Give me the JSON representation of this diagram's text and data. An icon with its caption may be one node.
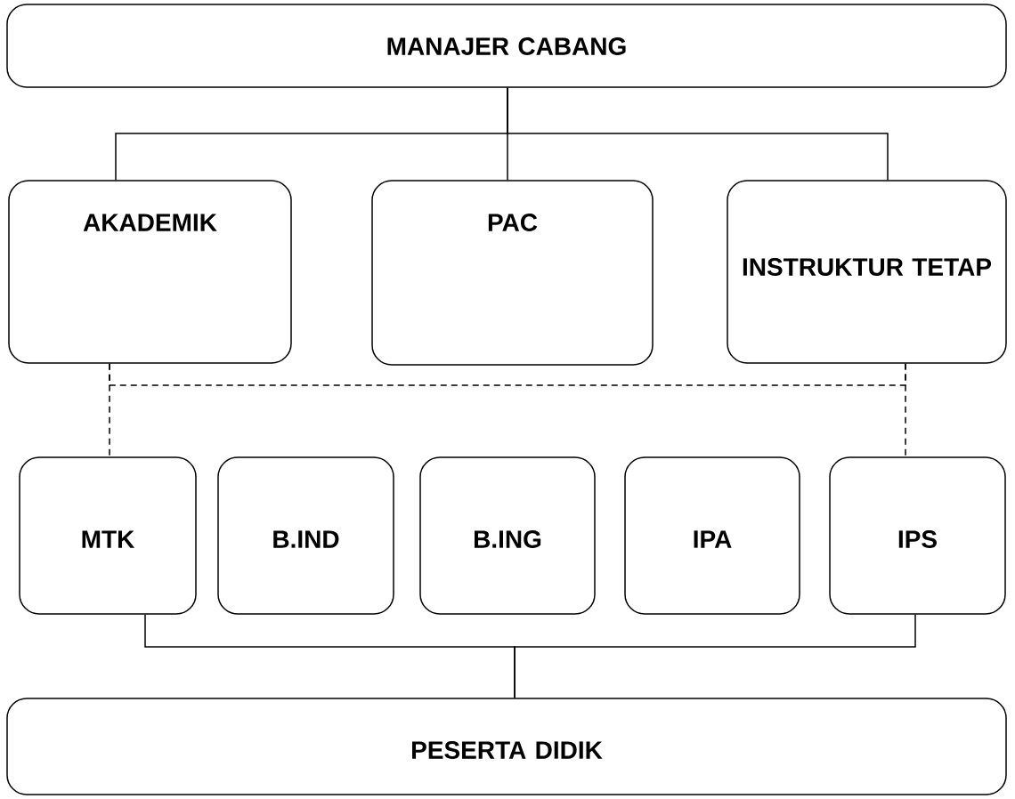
{
  "diagram": {
    "nodes": [
      {
        "text": [
          "MANAJER CABANG"
        ]
      },
      {
        "text": [
          "AKADEMIK"
        ]
      },
      {
        "text": [
          "PAC"
        ]
      },
      {
        "text": [
          "INSTRUKTUR TETAP"
        ]
      },
      {
        "text": [
          "MTK"
        ]
      },
      {
        "text": [
          "B.IND"
        ]
      },
      {
        "text": [
          "B.ING"
        ]
      },
      {
        "text": [
          "IPA"
        ]
      },
      {
        "text": [
          "IPS"
        ]
      },
      {
        "text": [
          "PESERTA DIDIK"
        ]
      }
    ],
    "edges": [
      {
        "from": 0,
        "to": 1,
        "arrow": "none"
      },
      {
        "from": 0,
        "to": 2,
        "arrow": "none"
      },
      {
        "from": 0,
        "to": 3,
        "arrow": "none"
      },
      {
        "from": 1,
        "to": 3,
        "arrow": "none",
        "style": "dashed"
      },
      {
        "from": 1,
        "to": 4,
        "arrow": "none",
        "style": "dashed"
      },
      {
        "from": 3,
        "to": 8,
        "arrow": "none",
        "style": "dashed"
      },
      {
        "from": 4,
        "to": 9,
        "arrow": "none"
      },
      {
        "from": 8,
        "to": 9,
        "arrow": "none"
      }
    ]
  }
}
